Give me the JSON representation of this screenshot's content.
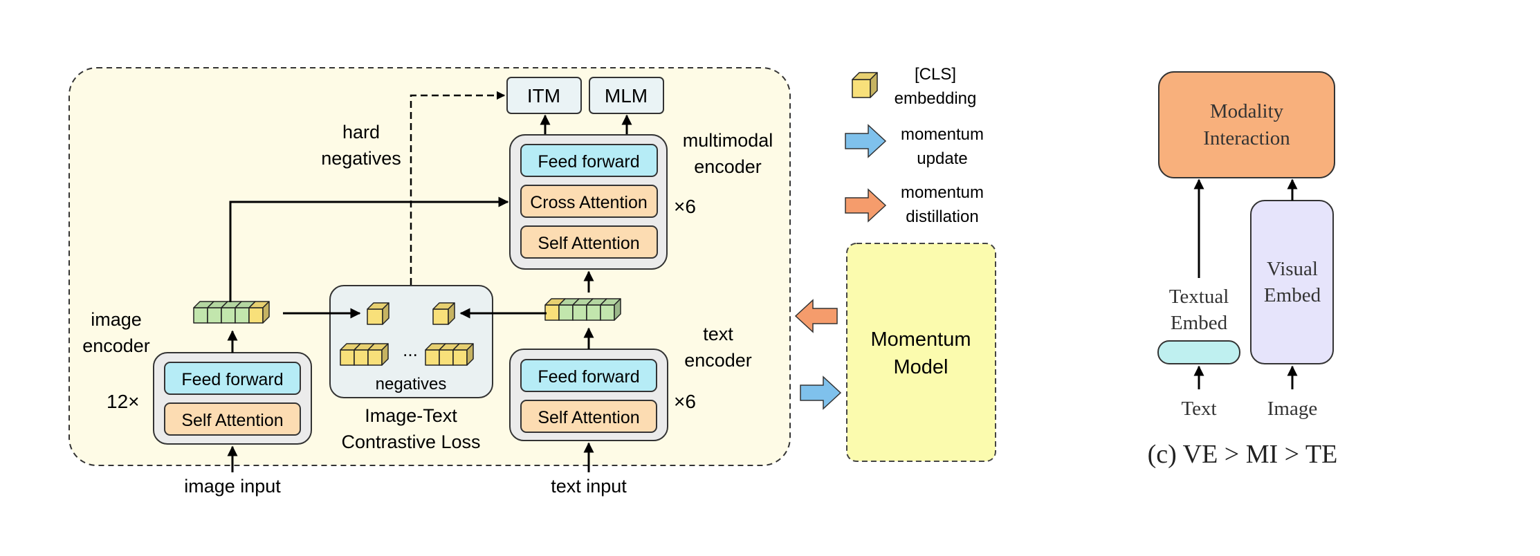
{
  "colors": {
    "panel_bg": "#fefbe6",
    "ffn": "#b6ecf6",
    "attn": "#fcdcb2",
    "block_bg": "#ebebeb",
    "head_bg": "#eaf3f5",
    "itc_bg": "#eaf1f2",
    "momentum_bg": "#fbfbae",
    "token_green": "#c2e6ad",
    "token_yellow": "#f8e07a",
    "arrow_blue": "#7fc1ec",
    "arrow_orange": "#f59c6c",
    "mi": "#f8b07c",
    "ve": "#e6e4fb",
    "te": "#bff0f0"
  },
  "alber": {
    "itm": "ITM",
    "mlm": "MLM",
    "hard_negatives": [
      "hard",
      "negatives"
    ],
    "multimodal_encoder": [
      "multimodal",
      "encoder"
    ],
    "feed_forward": "Feed forward",
    "cross_attention": "Cross Attention",
    "self_attention": "Self Attention",
    "x6": "×6",
    "x12": "12×",
    "image_encoder": [
      "image",
      "encoder"
    ],
    "text_encoder": [
      "text",
      "encoder"
    ],
    "negatives": "negatives",
    "dots": "...",
    "itc": [
      "Image-Text",
      "Contrastive Loss"
    ],
    "image_input": "image input",
    "text_input": "text input",
    "momentum_model": [
      "Momentum",
      "Model"
    ]
  },
  "legend": [
    {
      "icon": "cls-cube-icon",
      "lines": [
        "[CLS]",
        "embedding"
      ]
    },
    {
      "icon": "blue-arrow-icon",
      "lines": [
        "momentum",
        "update"
      ]
    },
    {
      "icon": "orange-arrow-icon",
      "lines": [
        "momentum",
        "distillation"
      ]
    }
  ],
  "panel_c": {
    "modality_interaction": [
      "Modality",
      "Interaction"
    ],
    "visual_embed": [
      "Visual",
      "Embed"
    ],
    "textual_embed": [
      "Textual",
      "Embed"
    ],
    "text": "Text",
    "image": "Image",
    "caption": "(c) VE > MI > TE"
  }
}
